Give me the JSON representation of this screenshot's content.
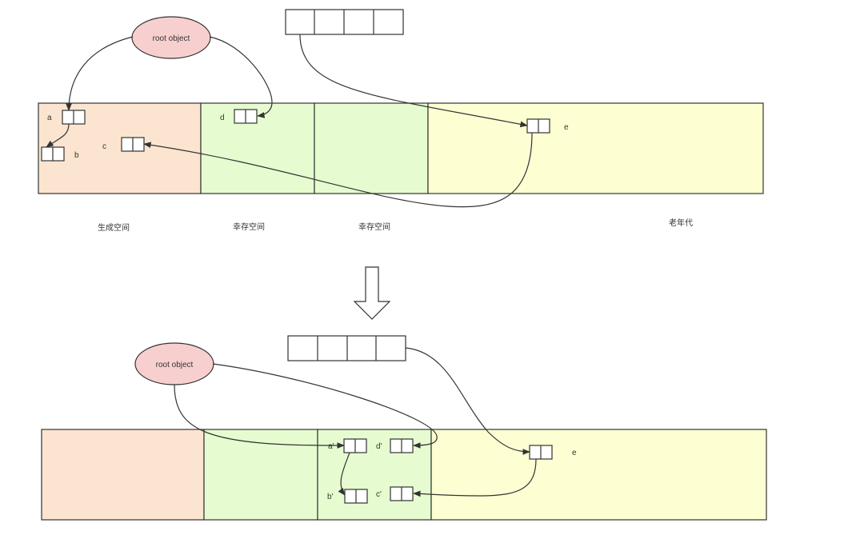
{
  "colors": {
    "eden": "#fbe5d0",
    "survivor": "#e6fcd0",
    "old": "#fefed3",
    "root": "#f8cfcf",
    "stroke": "#333333"
  },
  "top": {
    "root_label": "root object",
    "objects": {
      "a": "a",
      "b": "b",
      "c": "c",
      "d": "d",
      "e": "e"
    },
    "regions": {
      "eden": "生成空间",
      "survivor_from": "幸存空间",
      "survivor_to": "幸存空间",
      "old": "老年代"
    }
  },
  "bottom": {
    "root_label": "root object",
    "objects": {
      "a": "a'",
      "b": "b'",
      "c": "c'",
      "d": "d'",
      "e": "e"
    }
  }
}
